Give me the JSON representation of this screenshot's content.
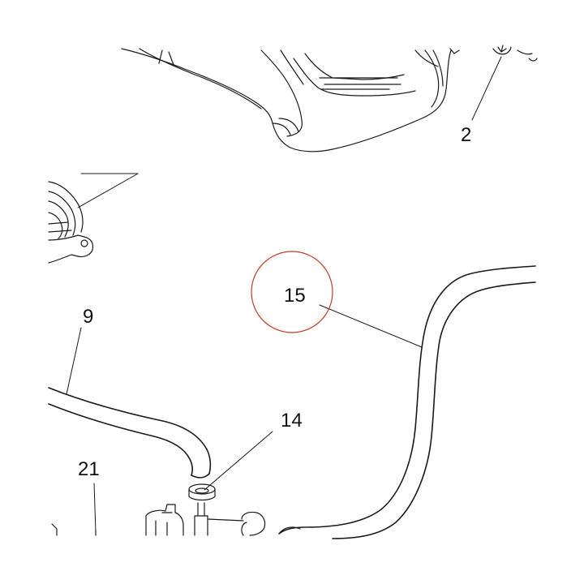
{
  "diagram": {
    "callouts": [
      {
        "id": "c2",
        "label": "2"
      },
      {
        "id": "c9",
        "label": "9"
      },
      {
        "id": "c14",
        "label": "14"
      },
      {
        "id": "c15",
        "label": "15",
        "highlighted": true
      },
      {
        "id": "c21",
        "label": "21"
      }
    ],
    "colors": {
      "line": "#1a1a1a",
      "highlight_circle": "#c0392b",
      "background": "#ffffff"
    }
  }
}
